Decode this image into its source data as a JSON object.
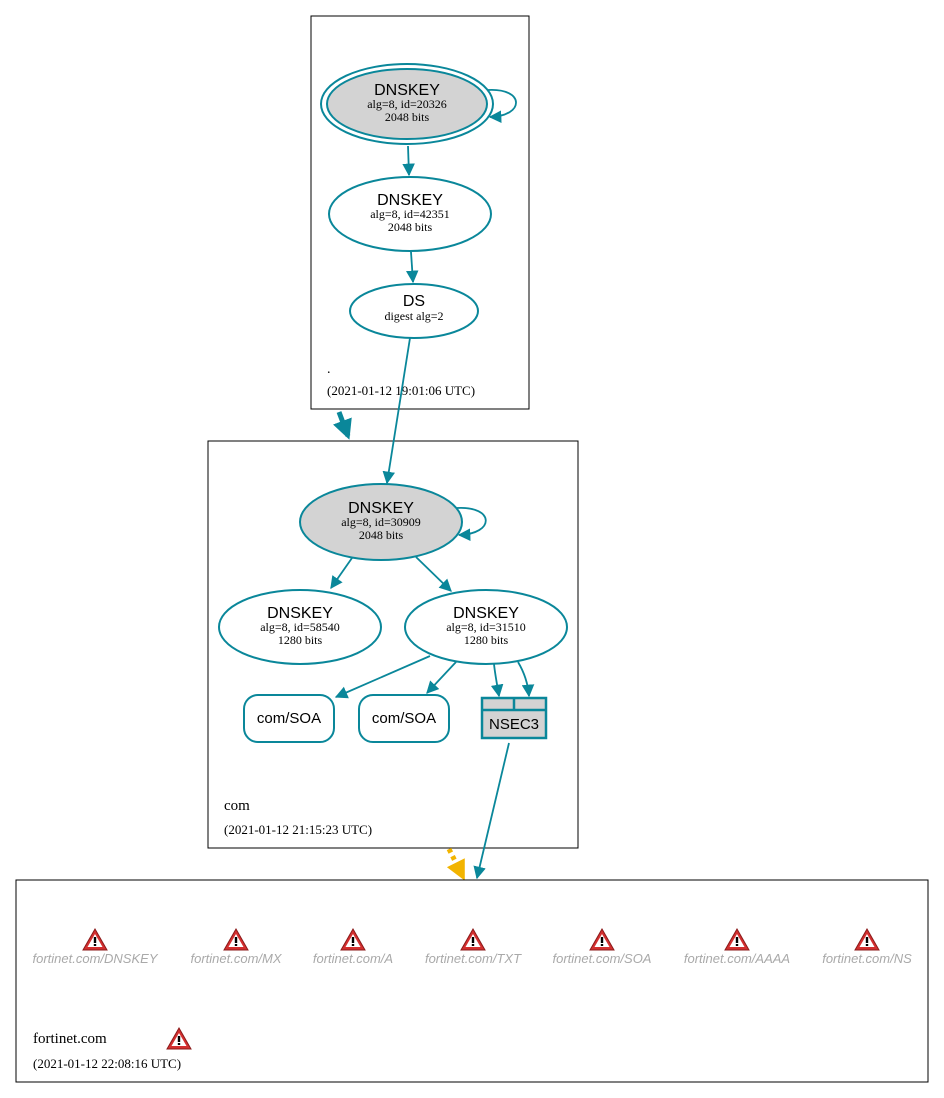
{
  "colors": {
    "edge": "#0a879a",
    "key_fill": "#d3d3d3",
    "warning_red": "#d32f2f",
    "warning_arrow": "#f2b400",
    "missing_text": "#a9a9a9",
    "cluster_border": "#000000"
  },
  "zones": {
    "root": {
      "name": ".",
      "timestamp": "(2021-01-12 19:01:06 UTC)"
    },
    "com": {
      "name": "com",
      "timestamp": "(2021-01-12 21:15:23 UTC)"
    },
    "fortinet": {
      "name": "fortinet.com",
      "timestamp": "(2021-01-12 22:08:16 UTC)"
    }
  },
  "nodes": {
    "root_ksk": {
      "title": "DNSKEY",
      "line1": "alg=8, id=20326",
      "line2": "2048 bits"
    },
    "root_zsk": {
      "title": "DNSKEY",
      "line1": "alg=8, id=42351",
      "line2": "2048 bits"
    },
    "com_ds": {
      "title": "DS",
      "line1": "digest alg=2"
    },
    "com_ksk": {
      "title": "DNSKEY",
      "line1": "alg=8, id=30909",
      "line2": "2048 bits"
    },
    "com_zsk_a": {
      "title": "DNSKEY",
      "line1": "alg=8, id=58540",
      "line2": "1280 bits"
    },
    "com_zsk_b": {
      "title": "DNSKEY",
      "line1": "alg=8, id=31510",
      "line2": "1280 bits"
    },
    "com_soa_1": {
      "label": "com/SOA"
    },
    "com_soa_2": {
      "label": "com/SOA"
    },
    "nsec3": {
      "label": "NSEC3"
    }
  },
  "missing_records": [
    "fortinet.com/DNSKEY",
    "fortinet.com/MX",
    "fortinet.com/A",
    "fortinet.com/TXT",
    "fortinet.com/SOA",
    "fortinet.com/AAAA",
    "fortinet.com/NS"
  ],
  "icons": {
    "warning": "warning-triangle-icon"
  }
}
